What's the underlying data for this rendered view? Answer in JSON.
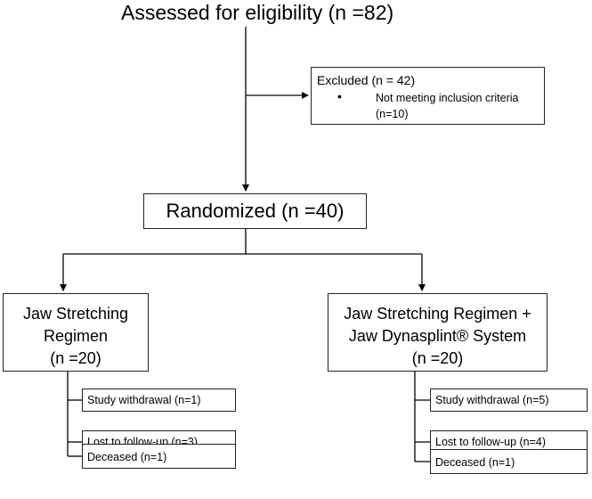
{
  "assessed": {
    "label": "Assessed for eligibility (n =82)"
  },
  "excluded": {
    "title": "Excluded (n = 42)",
    "bullet": "•",
    "reason_line1": "Not meeting inclusion criteria",
    "reason_line2": "(n=10)"
  },
  "randomized": {
    "label": "Randomized (n =40)"
  },
  "arm_left": {
    "line1": "Jaw Stretching",
    "line2": "Regimen",
    "line3": "(n =20)",
    "outcomes": [
      "Study withdrawal (n=1)",
      "Lost to follow-up (n=3)",
      "Deceased (n=1)"
    ]
  },
  "arm_right": {
    "line1": "Jaw Stretching Regimen +",
    "line2": "Jaw Dynasplint® System",
    "line3": "(n =20)",
    "outcomes": [
      "Study withdrawal (n=5)",
      "Lost to follow-up (n=4)",
      "Deceased (n=1)"
    ]
  }
}
